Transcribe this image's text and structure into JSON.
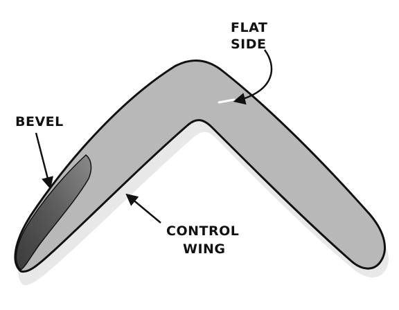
{
  "labels": {
    "flat_side_line1": "FLAT",
    "flat_side_line2": "SIDE",
    "bevel": "BEVEL",
    "control_wing_line1": "CONTROL",
    "control_wing_line2": "WING"
  },
  "colors": {
    "boomerang_fill": "#b8b8b8",
    "shadow": "#e6e6e6",
    "outline": "#111111",
    "bevel_dark": "#4a4a4a",
    "background": "#ffffff"
  }
}
